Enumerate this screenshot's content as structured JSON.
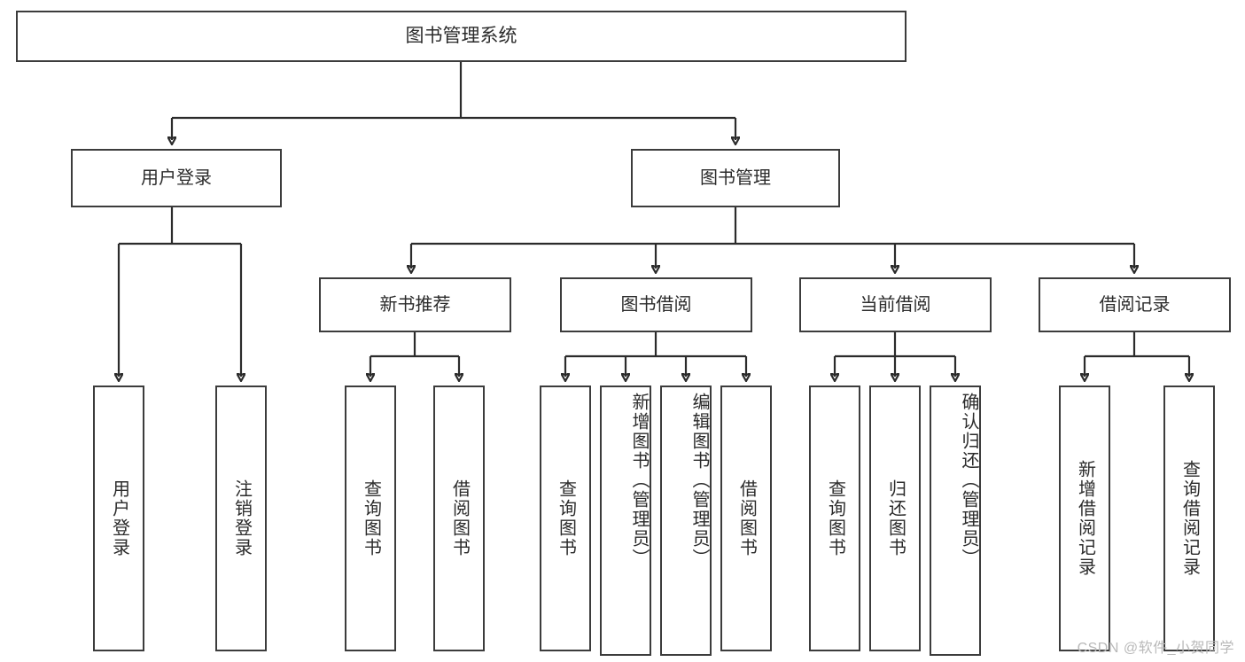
{
  "diagram": {
    "kind": "functional-structure-tree",
    "title": "图书管理系统",
    "watermark": "CSDN @软件_小贺同学",
    "colors": {
      "stroke": "#2b2b2b",
      "box_border": "#3c3c3c",
      "background": "#ffffff",
      "watermark": "#b9b9b9"
    },
    "nodes": {
      "root": {
        "label": "图书管理系统"
      },
      "level2": [
        {
          "id": "user-login",
          "label": "用户登录"
        },
        {
          "id": "book-manage",
          "label": "图书管理"
        }
      ],
      "level3": [
        {
          "id": "new-book-recommend",
          "label": "新书推荐"
        },
        {
          "id": "book-borrow",
          "label": "图书借阅"
        },
        {
          "id": "current-borrow",
          "label": "当前借阅"
        },
        {
          "id": "borrow-record",
          "label": "借阅记录"
        }
      ],
      "leaves": {
        "user-login": [
          {
            "id": "leaf-user-login",
            "label": "用户登录"
          },
          {
            "id": "leaf-user-logout",
            "label": "注销登录"
          }
        ],
        "new-book-recommend": [
          {
            "id": "leaf-query-book-1",
            "label": "查询图书"
          },
          {
            "id": "leaf-borrow-book-1",
            "label": "借阅图书"
          }
        ],
        "book-borrow": [
          {
            "id": "leaf-query-book-2",
            "label": "查询图书"
          },
          {
            "id": "leaf-add-book",
            "label": "新增图书（管理员）"
          },
          {
            "id": "leaf-edit-book",
            "label": "编辑图书（管理员）"
          },
          {
            "id": "leaf-borrow-book-2",
            "label": "借阅图书"
          }
        ],
        "current-borrow": [
          {
            "id": "leaf-query-book-3",
            "label": "查询图书"
          },
          {
            "id": "leaf-return-book",
            "label": "归还图书"
          },
          {
            "id": "leaf-confirm-return",
            "label": "确认归还（管理员）"
          }
        ],
        "borrow-record": [
          {
            "id": "leaf-add-borrow-record",
            "label": "新增借阅记录"
          },
          {
            "id": "leaf-query-borrow-record",
            "label": "查询借阅记录"
          }
        ]
      }
    }
  }
}
